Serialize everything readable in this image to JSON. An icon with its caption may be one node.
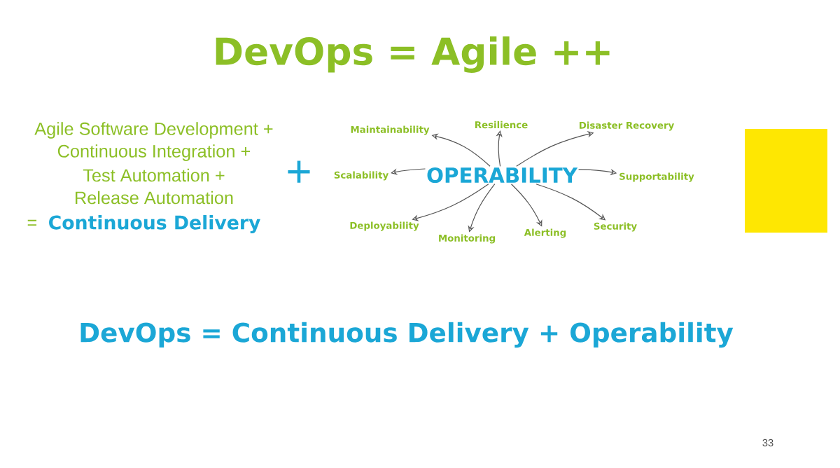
{
  "diagram": {
    "title": "DevOps = Agile ++",
    "nodes": [
      {
        "text": [
          "OPERABILITY"
        ]
      },
      {
        "text": [
          "Maintainability"
        ]
      },
      {
        "text": [
          "Resilience"
        ]
      },
      {
        "text": [
          "Disaster Recovery"
        ]
      },
      {
        "text": [
          "Scalability"
        ]
      },
      {
        "text": [
          "Supportability"
        ]
      },
      {
        "text": [
          "Deployability"
        ]
      },
      {
        "text": [
          "Monitoring"
        ]
      },
      {
        "text": [
          "Alerting"
        ]
      },
      {
        "text": [
          "Security"
        ]
      }
    ],
    "edges": [
      {
        "from": 0,
        "to": 1,
        "arrow": "to"
      },
      {
        "from": 0,
        "to": 2,
        "arrow": "to"
      },
      {
        "from": 0,
        "to": 3,
        "arrow": "to"
      },
      {
        "from": 0,
        "to": 4,
        "arrow": "to"
      },
      {
        "from": 0,
        "to": 5,
        "arrow": "to"
      },
      {
        "from": 0,
        "to": 6,
        "arrow": "to"
      },
      {
        "from": 0,
        "to": 7,
        "arrow": "to"
      },
      {
        "from": 0,
        "to": 8,
        "arrow": "to"
      },
      {
        "from": 0,
        "to": 9,
        "arrow": "to"
      }
    ],
    "labels": [
      "Agile Software Development +",
      "Continuous Integration +",
      "Test Automation +",
      "Release Automation",
      "=",
      "Continuous Delivery",
      "+",
      "DevOps = Continuous Delivery + Operability",
      "33"
    ]
  }
}
